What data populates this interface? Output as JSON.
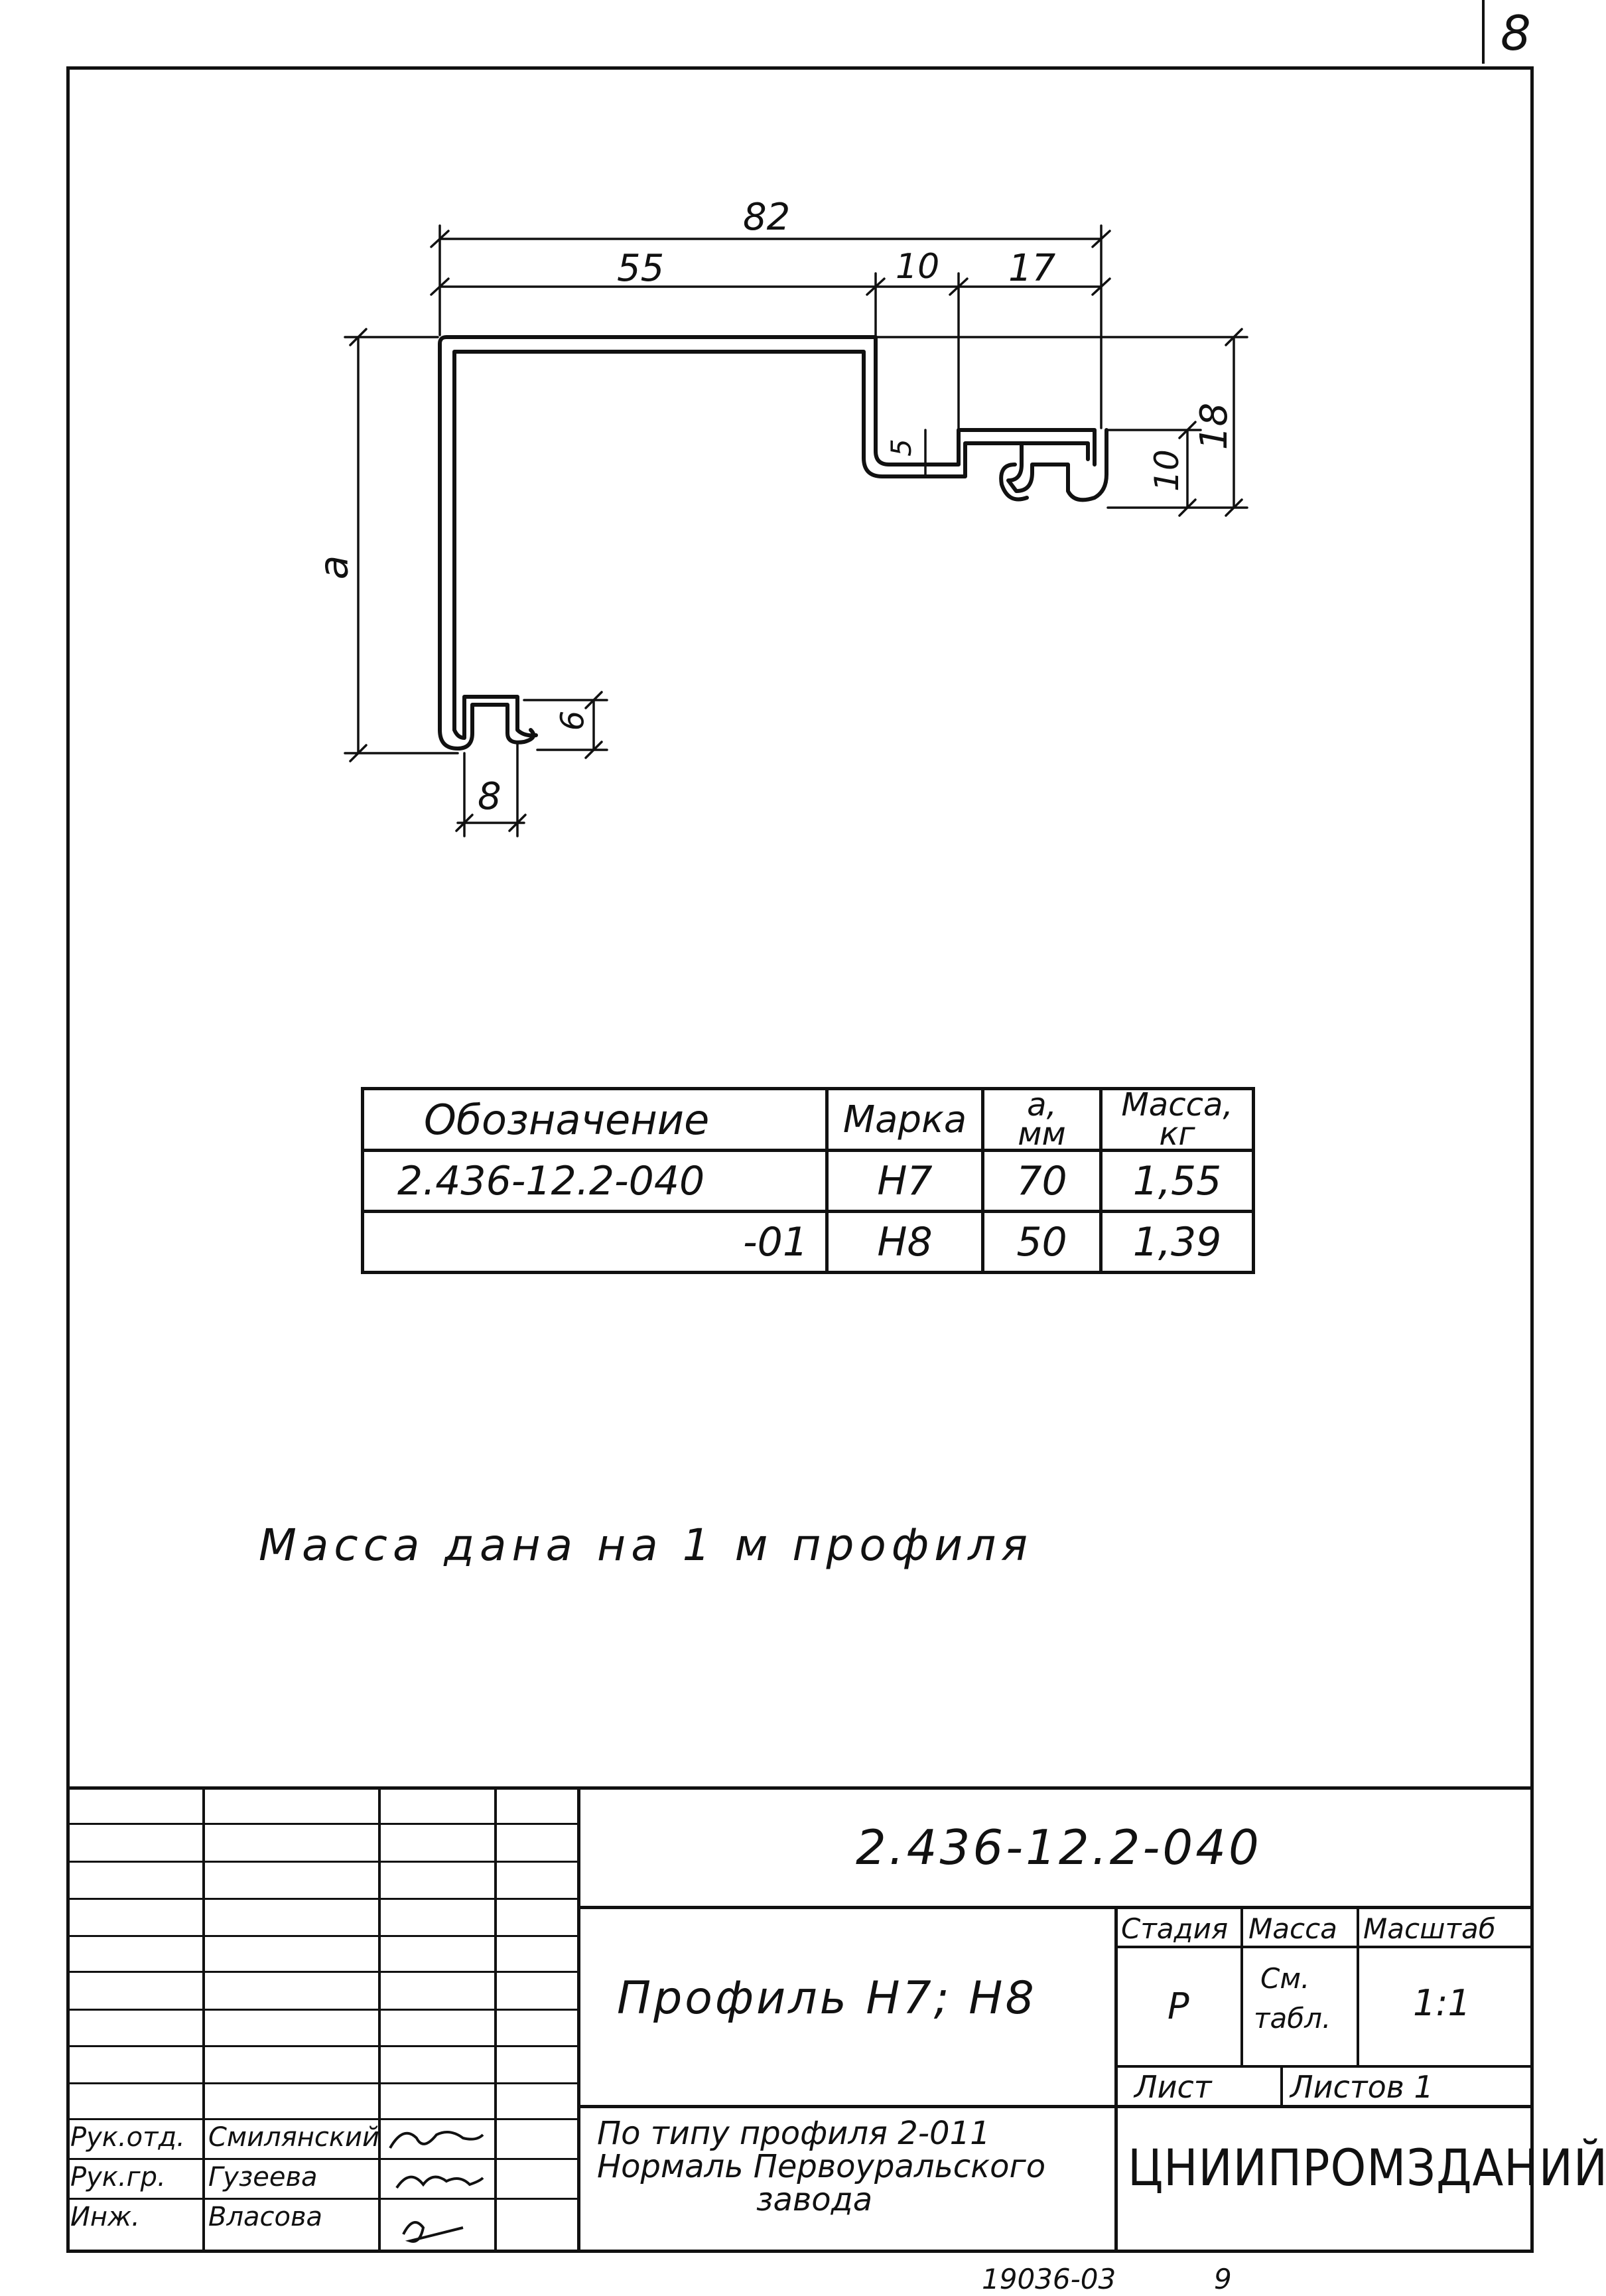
{
  "sheet_number": "8",
  "drawing": {
    "dimensions": {
      "total_width": "82",
      "left_width": "55",
      "step_width": "10",
      "right_width": "17",
      "right_height": "18",
      "lip_height": "10",
      "small_gap": "5",
      "height_var": "a",
      "bottom_height": "6",
      "bottom_width": "8"
    }
  },
  "spec_table": {
    "headers": {
      "designation": "Обозначение",
      "mark": "Марка",
      "a_top": "а,",
      "a_bottom": "мм",
      "mass_top": "Масса,",
      "mass_bottom": "кг"
    },
    "rows": [
      {
        "designation": "2.436-12.2-040",
        "mark": "Н7",
        "a": "70",
        "mass": "1,55"
      },
      {
        "designation": "-01",
        "mark": "Н8",
        "a": "50",
        "mass": "1,39"
      }
    ]
  },
  "note": "Масса дана на 1 м профиля",
  "title_block": {
    "doc_code": "2.436-12.2-040",
    "title": "Профиль Н7; Н8",
    "stage_label": "Стадия",
    "mass_label": "Масса",
    "scale_label": "Масштаб",
    "stage_value": "Р",
    "mass_value_1": "См.",
    "mass_value_2": "табл.",
    "scale_value": "1:1",
    "sheet_label": "Лист",
    "sheets_label": "Листов 1",
    "reference_1": "По типу профиля 2-011",
    "reference_2": "Нормаль Первоуральского",
    "reference_3": "завода",
    "organization": "ЦНИИПРОМЗДАНИЙ",
    "roles": [
      {
        "role": "Рук.отд.",
        "name": "Смилянский"
      },
      {
        "role": "Рук.гр.",
        "name": "Гузеева"
      },
      {
        "role": "Инж.",
        "name": "Власова"
      }
    ]
  },
  "footer": {
    "archive_number": "19036-03",
    "page": "9"
  }
}
